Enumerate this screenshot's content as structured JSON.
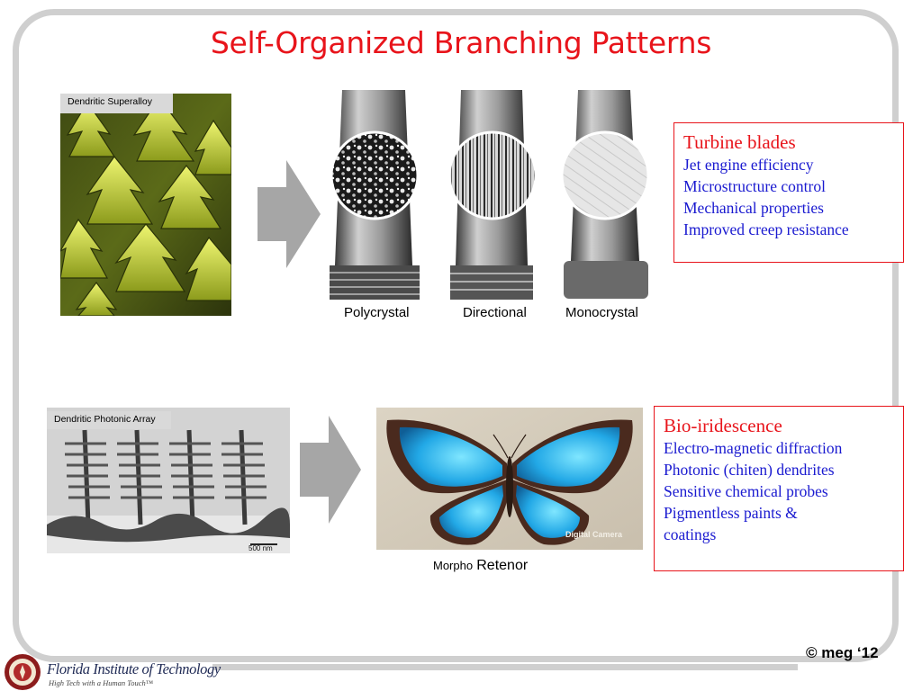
{
  "slide": {
    "title": "Self-Organized Branching Patterns",
    "copyright": "© meg ‘12"
  },
  "top_row": {
    "photo_tag": "Dendritic Superalloy",
    "blade_labels": [
      "Polycrystal",
      "Directional",
      "Monocrystal"
    ],
    "box": {
      "heading": "Turbine blades",
      "lines": [
        "Jet engine efficiency",
        "Microstructure control",
        "Mechanical properties",
        "Improved creep resistance"
      ]
    }
  },
  "bottom_row": {
    "photo_tag": "Dendritic Photonic Array",
    "scale_label": "500 nm",
    "watermark": "Digital Camera",
    "caption_small": "Morpho",
    "caption_large": "Retenor",
    "box": {
      "heading": "Bio-iridescence",
      "lines": [
        "Electro-magnetic diffraction",
        "Photonic (chiten) dendrites",
        "Sensitive chemical probes",
        "Pigmentless paints &",
        "coatings"
      ]
    }
  },
  "footer": {
    "institution": "Florida Institute of Technology",
    "motto": "High Tech with a Human Touch™"
  },
  "colors": {
    "title": "#e8141b",
    "box_text": "#1a1ad0",
    "frame": "#cfcfcf"
  }
}
